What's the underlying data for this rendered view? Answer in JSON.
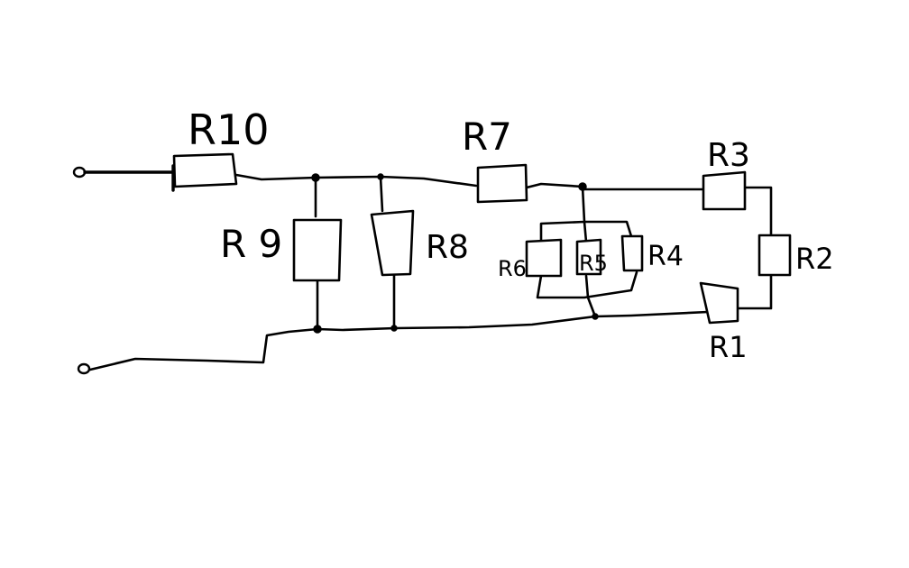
{
  "diagram": {
    "resistors": [
      {
        "id": "R10",
        "label": "R10"
      },
      {
        "id": "R9",
        "label": "R 9"
      },
      {
        "id": "R8",
        "label": "R8"
      },
      {
        "id": "R7",
        "label": "R7"
      },
      {
        "id": "R6",
        "label": "R6"
      },
      {
        "id": "R5",
        "label": "R5"
      },
      {
        "id": "R4",
        "label": "R4"
      },
      {
        "id": "R3",
        "label": "R3"
      },
      {
        "id": "R2",
        "label": "R2"
      },
      {
        "id": "R1",
        "label": "R1"
      }
    ]
  }
}
